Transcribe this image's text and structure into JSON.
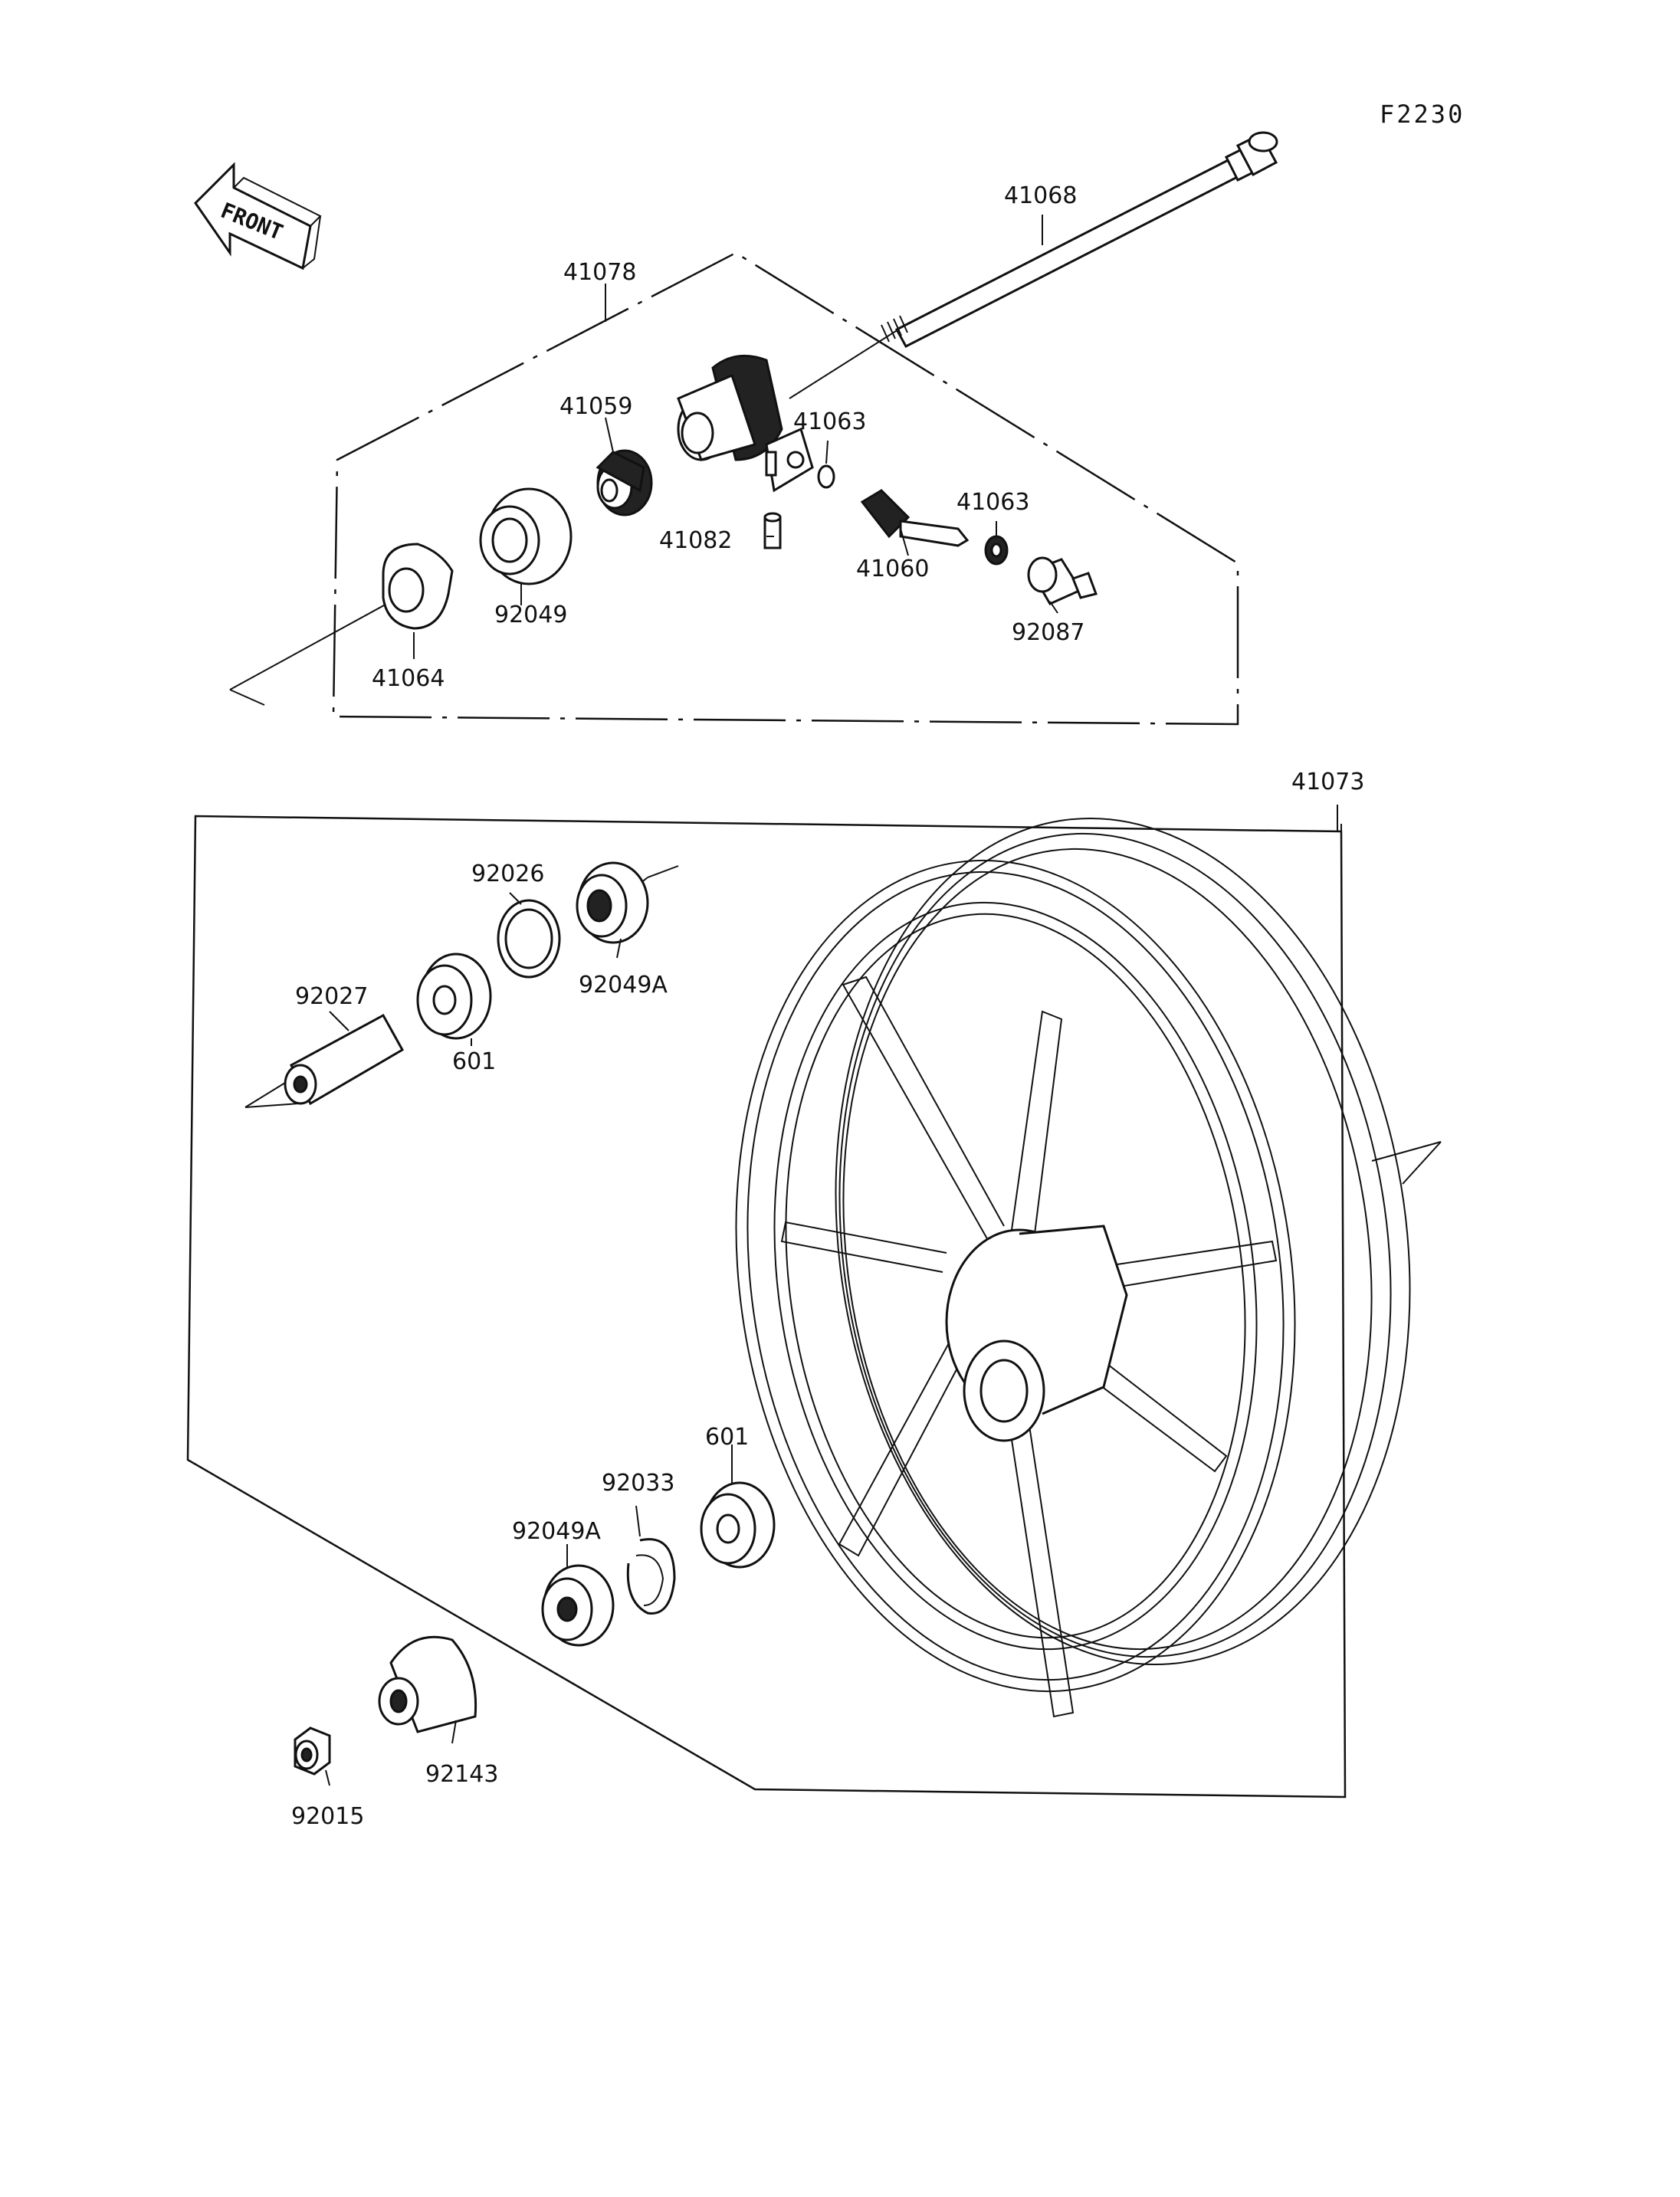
{
  "figure_code": "F2230",
  "front_label": "FRONT",
  "part_numbers": {
    "axle": "41068",
    "gear_housing_assy": "41078",
    "speedo_drive_gear": "41059",
    "washer_upper": "41063",
    "washer_lower": "41063",
    "pin": "41082",
    "pinion": "41060",
    "seal": "92049",
    "bushing": "92087",
    "retainer": "41064",
    "wheel_assy": "41073",
    "circlip_top": "92026",
    "seal_top": "92049A",
    "spacer": "92027",
    "bearing_top": "601",
    "bearing_bottom": "601",
    "circlip_bottom": "92033",
    "seal_bottom": "92049A",
    "collar": "92143",
    "nut": "92015"
  }
}
